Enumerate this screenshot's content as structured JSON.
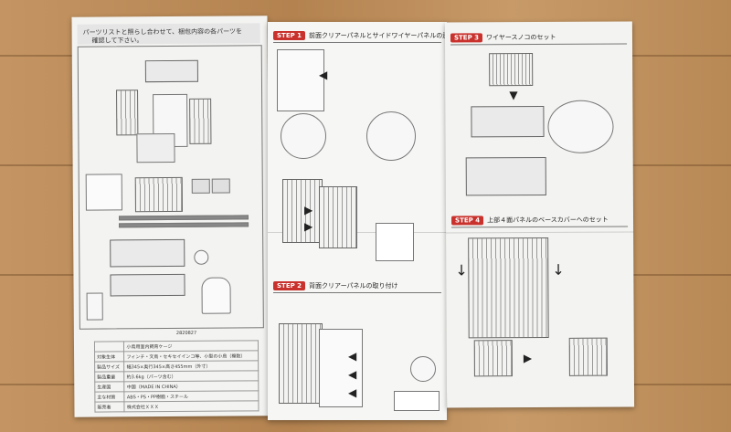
{
  "page1": {
    "title_line1": "パーツリストと照らし合わせて、梱包内容の各パーツを",
    "title_line2": "確認して下さい。",
    "code": "2820827",
    "table": [
      [
        "",
        "小鳥用室内飼育ケージ"
      ],
      [
        "対象生体",
        "フィンチ・文鳥・セキセイインコ等、小型の小鳥（複数）"
      ],
      [
        "製品サイズ",
        "幅345×奥行345×高さ455mm（外寸）"
      ],
      [
        "製品重量",
        "約3.6kg（パーツ含む）"
      ],
      [
        "生産国",
        "中国（MADE IN CHINA）"
      ],
      [
        "主な材質",
        "ABS・PS・PP樹脂・スチール"
      ],
      [
        "販売者",
        "株式会社ＸＸＸ"
      ]
    ]
  },
  "step1": {
    "badge": "STEP 1",
    "title": "前面クリアーパネルとサイドワイヤーパネルの連結"
  },
  "step2": {
    "badge": "STEP 2",
    "title": "背面クリアーパネルの取り付け"
  },
  "step3": {
    "badge": "STEP 3",
    "title": "ワイヤースノコのセット"
  },
  "step4": {
    "badge": "STEP 4",
    "title": "上部４面パネルのベースカバーへのセット"
  }
}
